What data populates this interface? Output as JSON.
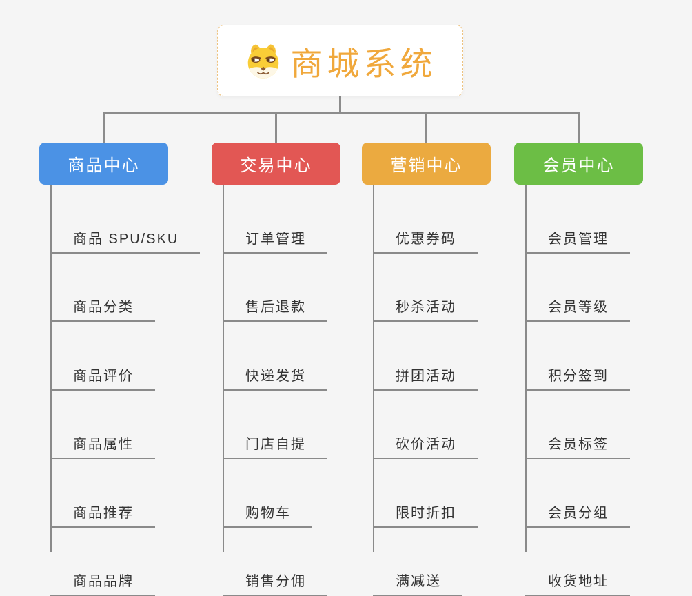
{
  "root": {
    "title": "商城系统",
    "icon": "dog-face-icon"
  },
  "branches": [
    {
      "label": "商品中心",
      "color": "#4B92E5",
      "children": [
        "商品 SPU/SKU",
        "商品分类",
        "商品评价",
        "商品属性",
        "商品推荐",
        "商品品牌"
      ]
    },
    {
      "label": "交易中心",
      "color": "#E25754",
      "children": [
        "订单管理",
        "售后退款",
        "快递发货",
        "门店自提",
        "购物车",
        "销售分佣"
      ]
    },
    {
      "label": "营销中心",
      "color": "#EBAA40",
      "children": [
        "优惠券码",
        "秒杀活动",
        "拼团活动",
        "砍价活动",
        "限时折扣",
        "满减送"
      ]
    },
    {
      "label": "会员中心",
      "color": "#6CBE45",
      "children": [
        "会员管理",
        "会员等级",
        "积分签到",
        "会员标签",
        "会员分组",
        "收货地址"
      ]
    }
  ],
  "colors": {
    "background": "#F5F5F5",
    "root_border": "#EEC27E",
    "root_text": "#F0A83C",
    "connector": "#8C8C8C",
    "child_line": "#8A8A8A",
    "child_text": "#333333",
    "branch_blue": "#4B92E5",
    "branch_red": "#E25754",
    "branch_orange": "#EBAA40",
    "branch_green": "#6CBE45"
  }
}
